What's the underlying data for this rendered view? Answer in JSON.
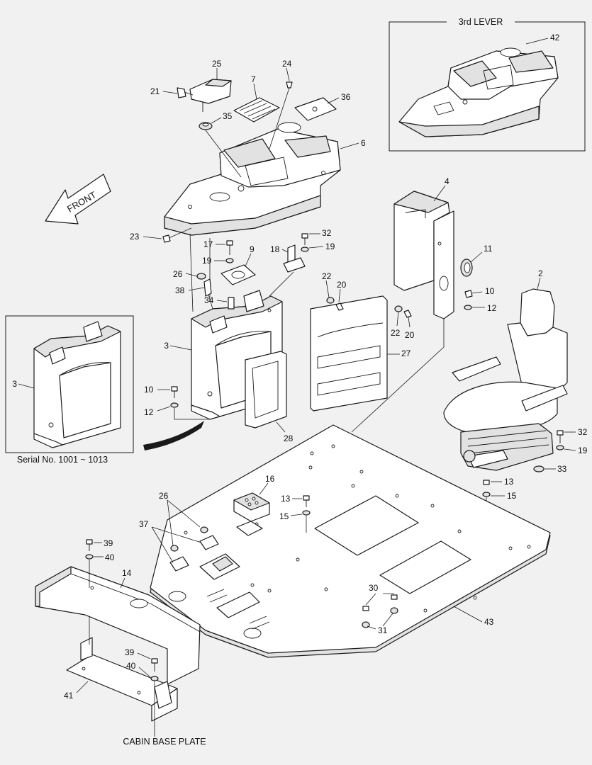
{
  "labels": {
    "inset_top_title": "3rd LEVER",
    "inset_left_caption": "Serial No. 1001 ~ 1013",
    "bottom_caption": "CABIN BASE PLATE",
    "front_arrow": "FRONT"
  },
  "callouts": {
    "c42": "42",
    "c25": "25",
    "c24": "24",
    "c21": "21",
    "c7": "7",
    "c36": "36",
    "c35": "35",
    "c6": "6",
    "c4": "4",
    "c23": "23",
    "c32a": "32",
    "c17": "17",
    "c19a": "19",
    "c9": "9",
    "c18": "18",
    "c19b": "19",
    "c11": "11",
    "c26a": "26",
    "c38": "38",
    "c22a": "22",
    "c20a": "20",
    "c2": "2",
    "c10a": "10",
    "c12a": "12",
    "c34": "34",
    "c3a": "3",
    "c22b": "22",
    "c20b": "20",
    "c27": "27",
    "c3b": "3",
    "c10b": "10",
    "c12b": "12",
    "c28": "28",
    "c32b": "32",
    "c19c": "19",
    "c33": "33",
    "c16": "16",
    "c13a": "13",
    "c13b": "13",
    "c15a": "15",
    "c15b": "15",
    "c26b": "26",
    "c37": "37",
    "c39a": "39",
    "c40a": "40",
    "c14": "14",
    "c30": "30",
    "c43": "43",
    "c31": "31",
    "c39b": "39",
    "c40b": "40",
    "c41": "41"
  }
}
